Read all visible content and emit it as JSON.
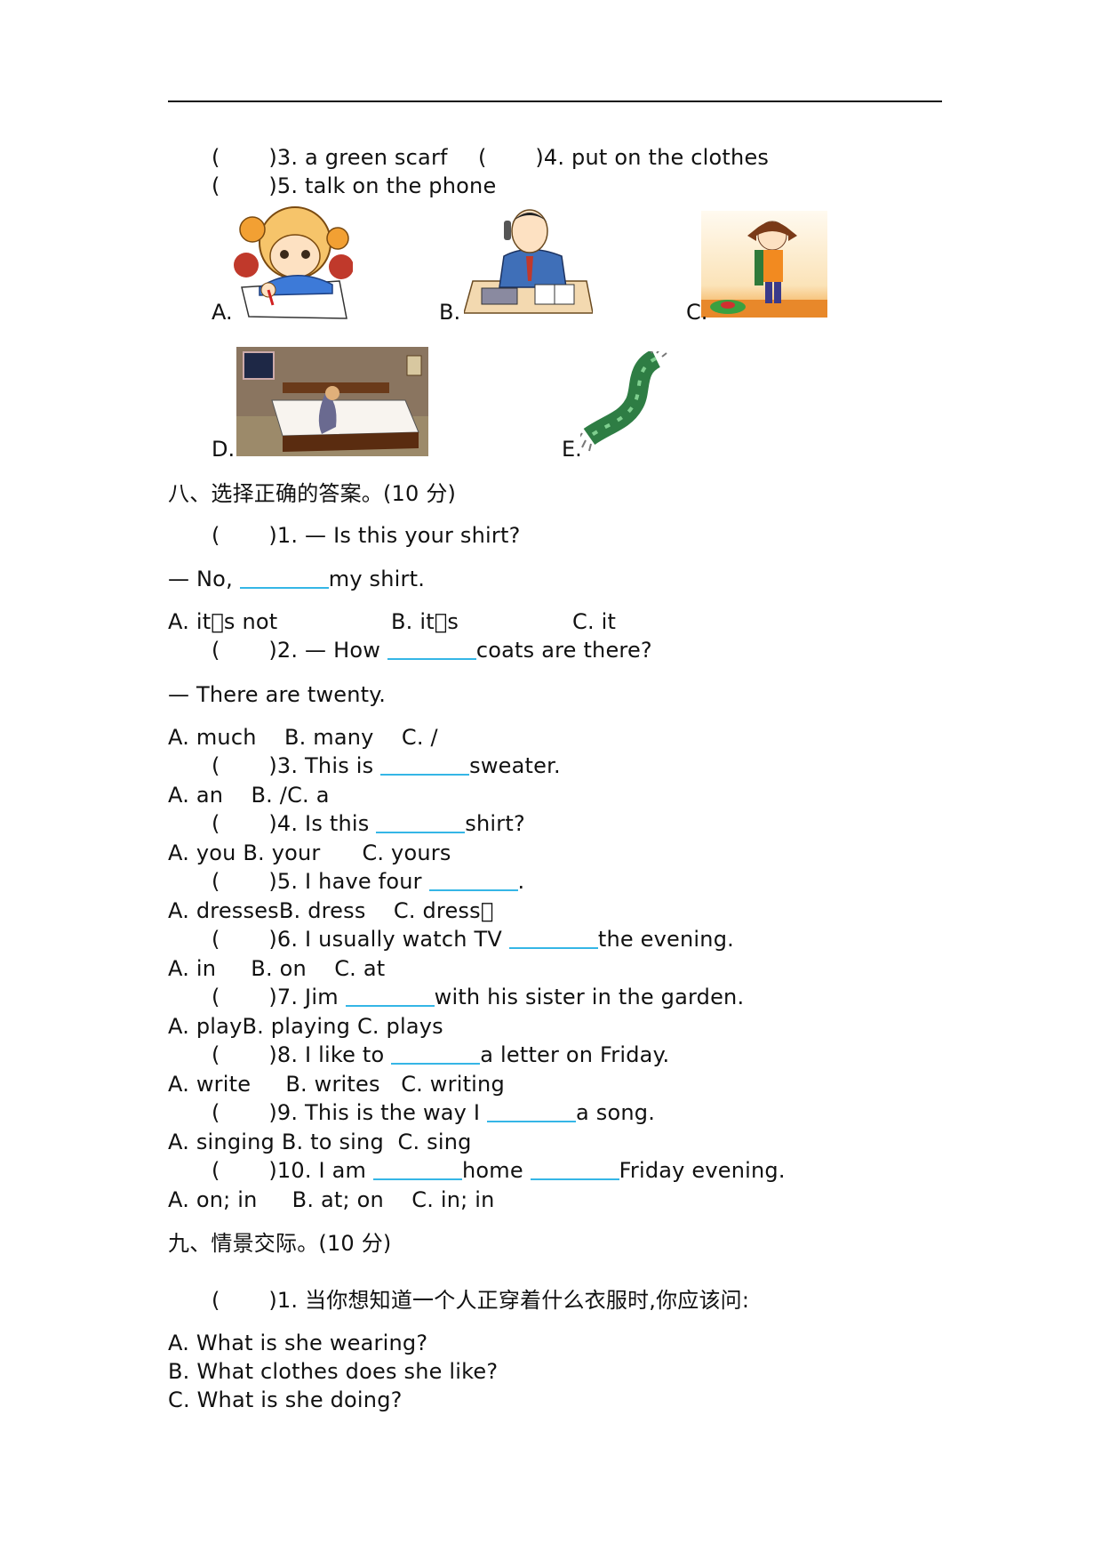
{
  "section7": {
    "q3": "(       )3. a green scarf",
    "q4": "(       )4. put on the clothes",
    "q5": "(       )5. talk on the phone",
    "labels": [
      "A.",
      "B.",
      "C.",
      "D.",
      "E."
    ]
  },
  "section8": {
    "title": "八、选择正确的答案。(10 分)",
    "q1": {
      "pre": "(       )1. — Is this your shirt?",
      "a_pre": "— No, ",
      "a_post": "my shirt.",
      "opts": [
        "A. it\u0000s not",
        "B. it\u0000s",
        "C. it"
      ]
    },
    "q2": {
      "pre": "(       )2. — How ",
      "post": "coats are there?",
      "ans": "— There are twenty.",
      "opts": "A. much    B. many    C. /"
    },
    "q3": {
      "pre": "(       )3. This is ",
      "post": "sweater.",
      "opts": "A. an    B. /C. a"
    },
    "q4": {
      "pre": "(       )4. Is this ",
      "post": "shirt?",
      "opts": "A. you B. your      C. yours"
    },
    "q5": {
      "pre": "(       )5. I have four ",
      "post": ".",
      "opts": "A. dressesB. dress    C. dress\u0000"
    },
    "q6": {
      "pre": "(       )6. I usually watch TV ",
      "post": "the evening.",
      "opts": "A. in     B. on    C. at"
    },
    "q7": {
      "pre": "(       )7. Jim ",
      "post": "with his sister in the garden.",
      "opts": "A. playB. playing C. plays"
    },
    "q8": {
      "pre": "(       )8. I like to ",
      "post": "a letter on Friday.",
      "opts": "A. write     B. writes   C. writing"
    },
    "q9": {
      "pre": "(       )9. This is the way I ",
      "post": "a song.",
      "opts": "A. singing B. to sing  C. sing"
    },
    "q10": {
      "pre": "(       )10. I am ",
      "mid": "home ",
      "post": "Friday evening.",
      "opts": "A. on; in     B. at; on    C. in; in"
    }
  },
  "section9": {
    "title": "九、情景交际。(10 分)",
    "q1": "(       )1. 当你想知道一个人正穿着什么衣服时,你应该问:",
    "opts": [
      "A. What is she wearing?",
      "B. What clothes does she like?",
      "C. What is she doing?"
    ]
  }
}
